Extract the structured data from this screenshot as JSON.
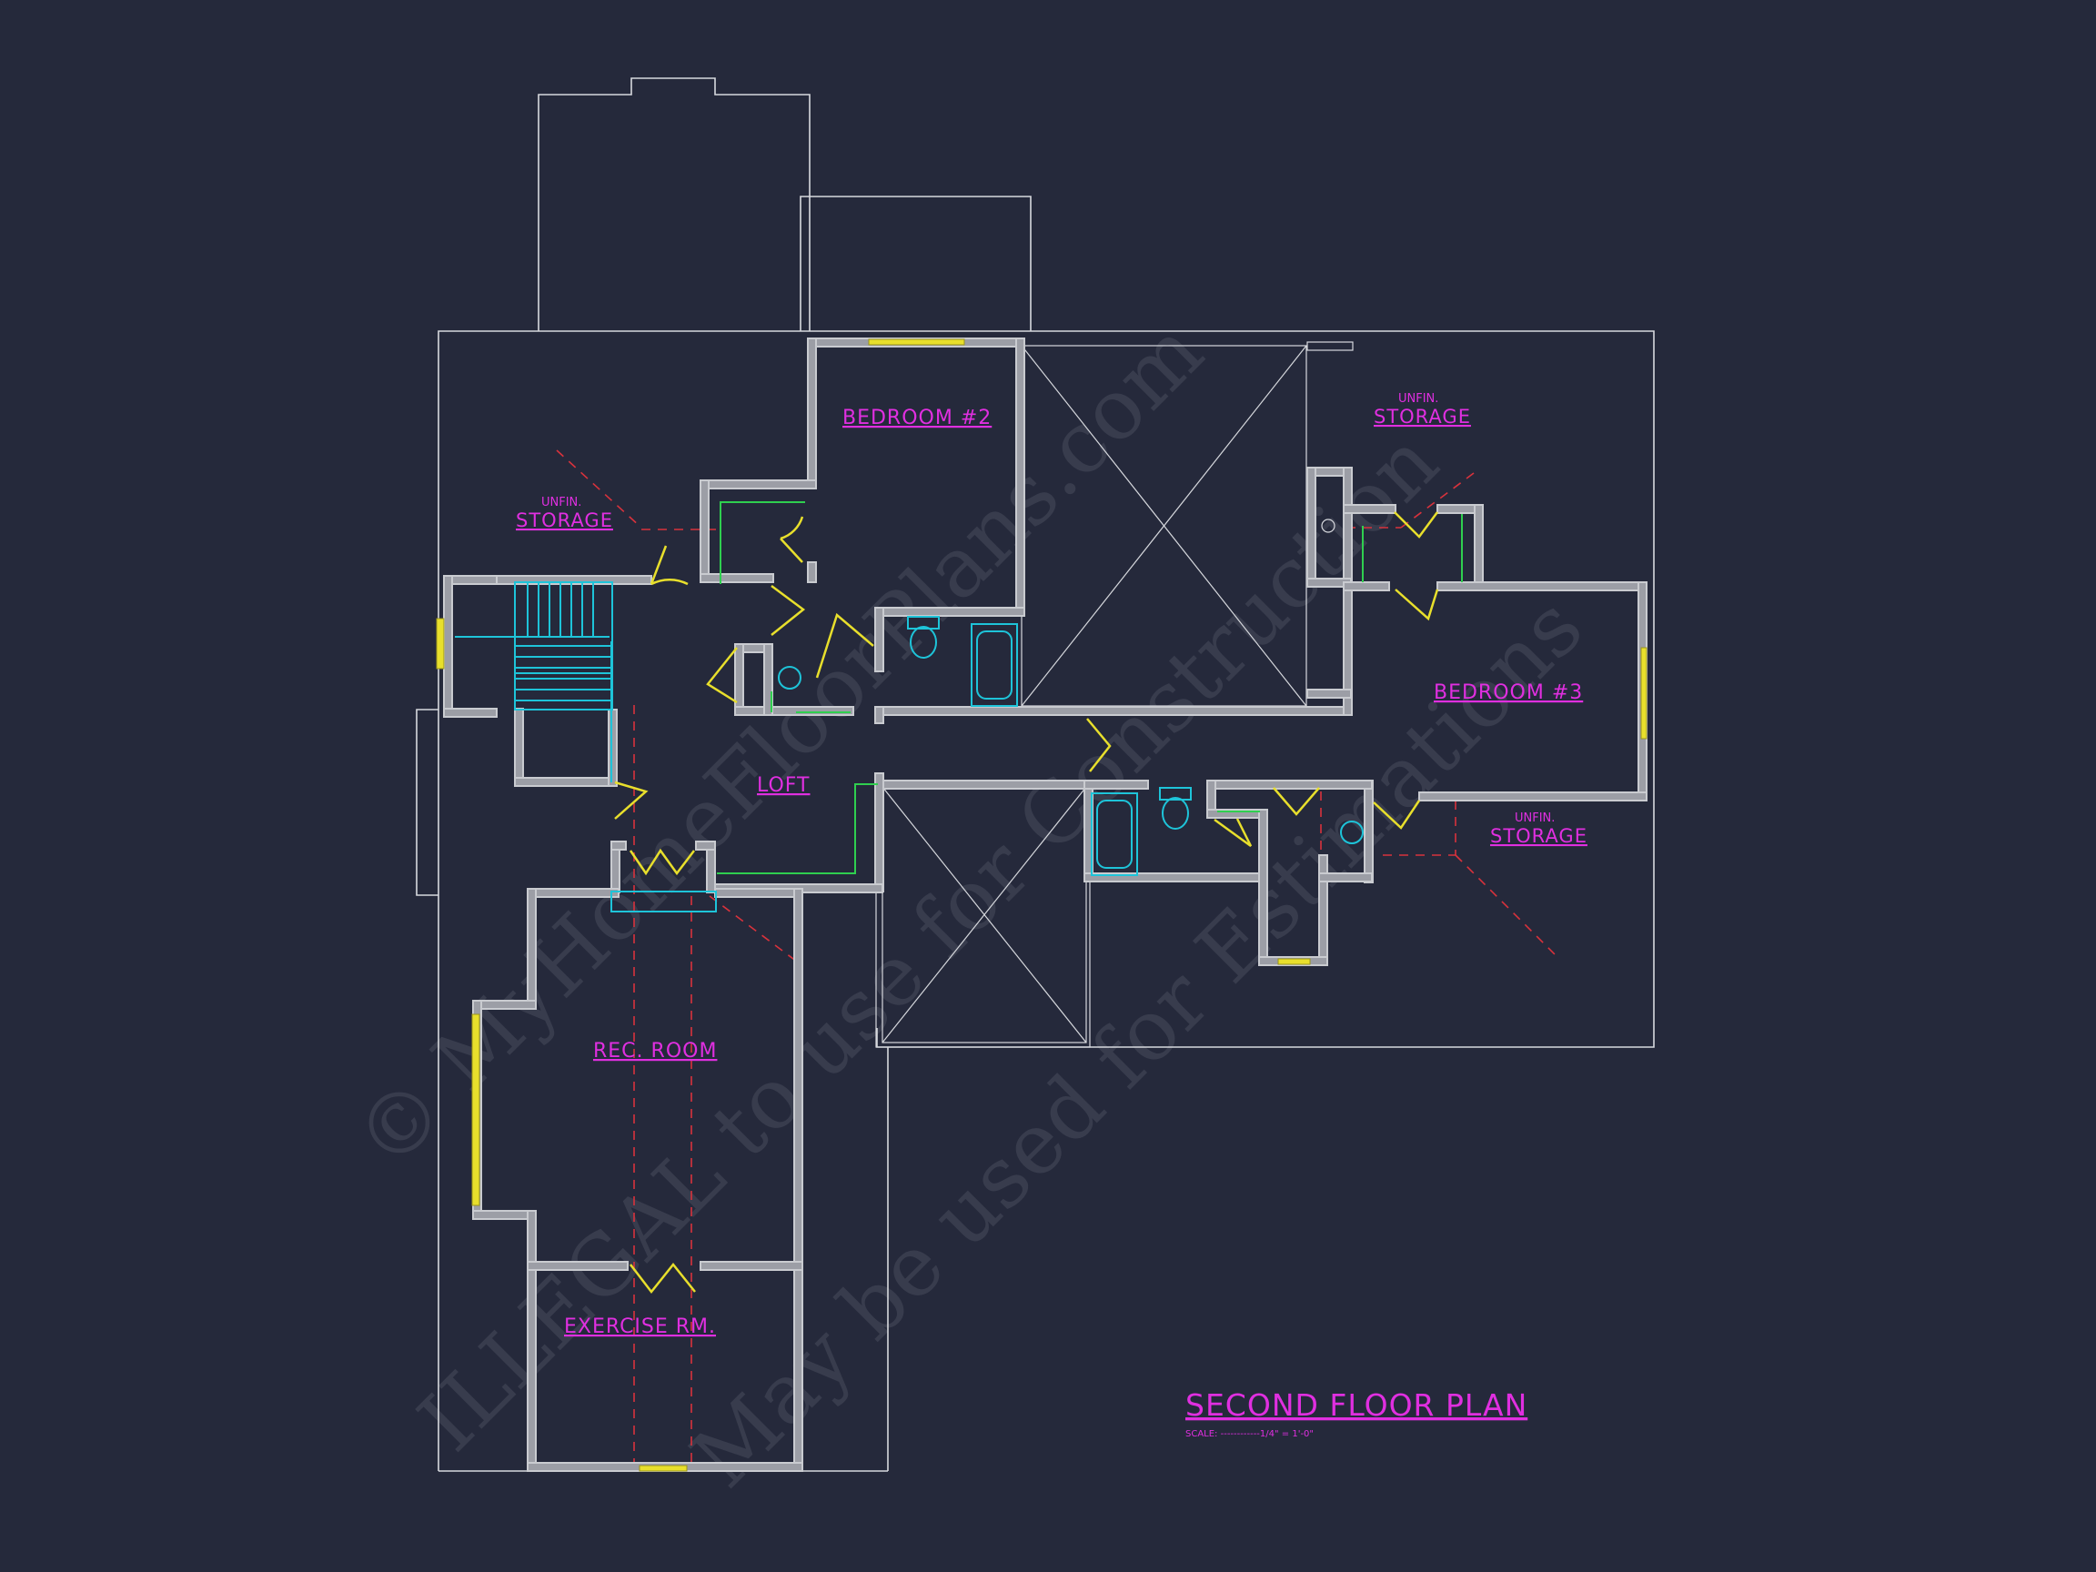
{
  "plan": {
    "title": "SECOND FLOOR PLAN",
    "scale": "SCALE: ------------1/4\" = 1'-0\""
  },
  "rooms": {
    "bedroom2": "BEDROOM #2",
    "bedroom3": "BEDROOM #3",
    "loft": "LOFT",
    "rec_room": "REC. ROOM",
    "exercise": "EXERCISE RM.",
    "storage_left_small": "UNFIN.",
    "storage_left": "STORAGE",
    "storage_top_small": "UNFIN.",
    "storage_top": "STORAGE",
    "storage_right_small": "UNFIN.",
    "storage_right": "STORAGE"
  },
  "watermark": {
    "line1": "© MyHomeFloorPlans.com",
    "line2": "ILLEGAL to use for Construction",
    "line3": "May be used for Estimations"
  },
  "colors": {
    "background": "#25293b",
    "labels": "#e02fe0",
    "walls": "#9c9ea6",
    "windows": "#e8df2c",
    "fixtures": "#1ec4d9",
    "roof_lines": "#d8323c",
    "shelves": "#2fcf4f"
  }
}
